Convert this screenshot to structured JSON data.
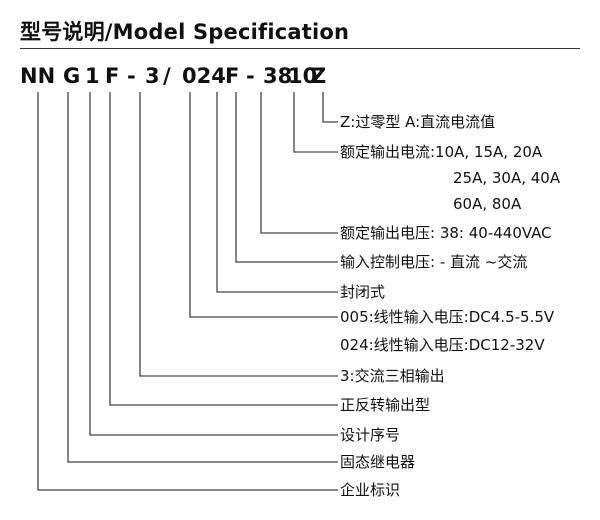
{
  "header": {
    "title": "型号说明/Model Specification"
  },
  "code": [
    "NN",
    "G",
    "1",
    "F",
    "-",
    "3",
    "/",
    "024",
    "F",
    "-",
    "38",
    "10",
    "Z"
  ],
  "descriptions": [
    "Z:过零型 A:直流电流值",
    "额定输出电流:10A, 15A, 20A",
    "25A, 30A, 40A",
    "60A, 80A",
    "额定输出电压: 38: 40-440VAC",
    "输入控制电压: - 直流  ~交流",
    "封闭式",
    "005:线性输入电压:DC4.5-5.5V",
    "024:线性输入电压:DC12-32V",
    "3:交流三相输出",
    "正反转输出型",
    "设计序号",
    "固态继电器",
    "企业标识"
  ]
}
